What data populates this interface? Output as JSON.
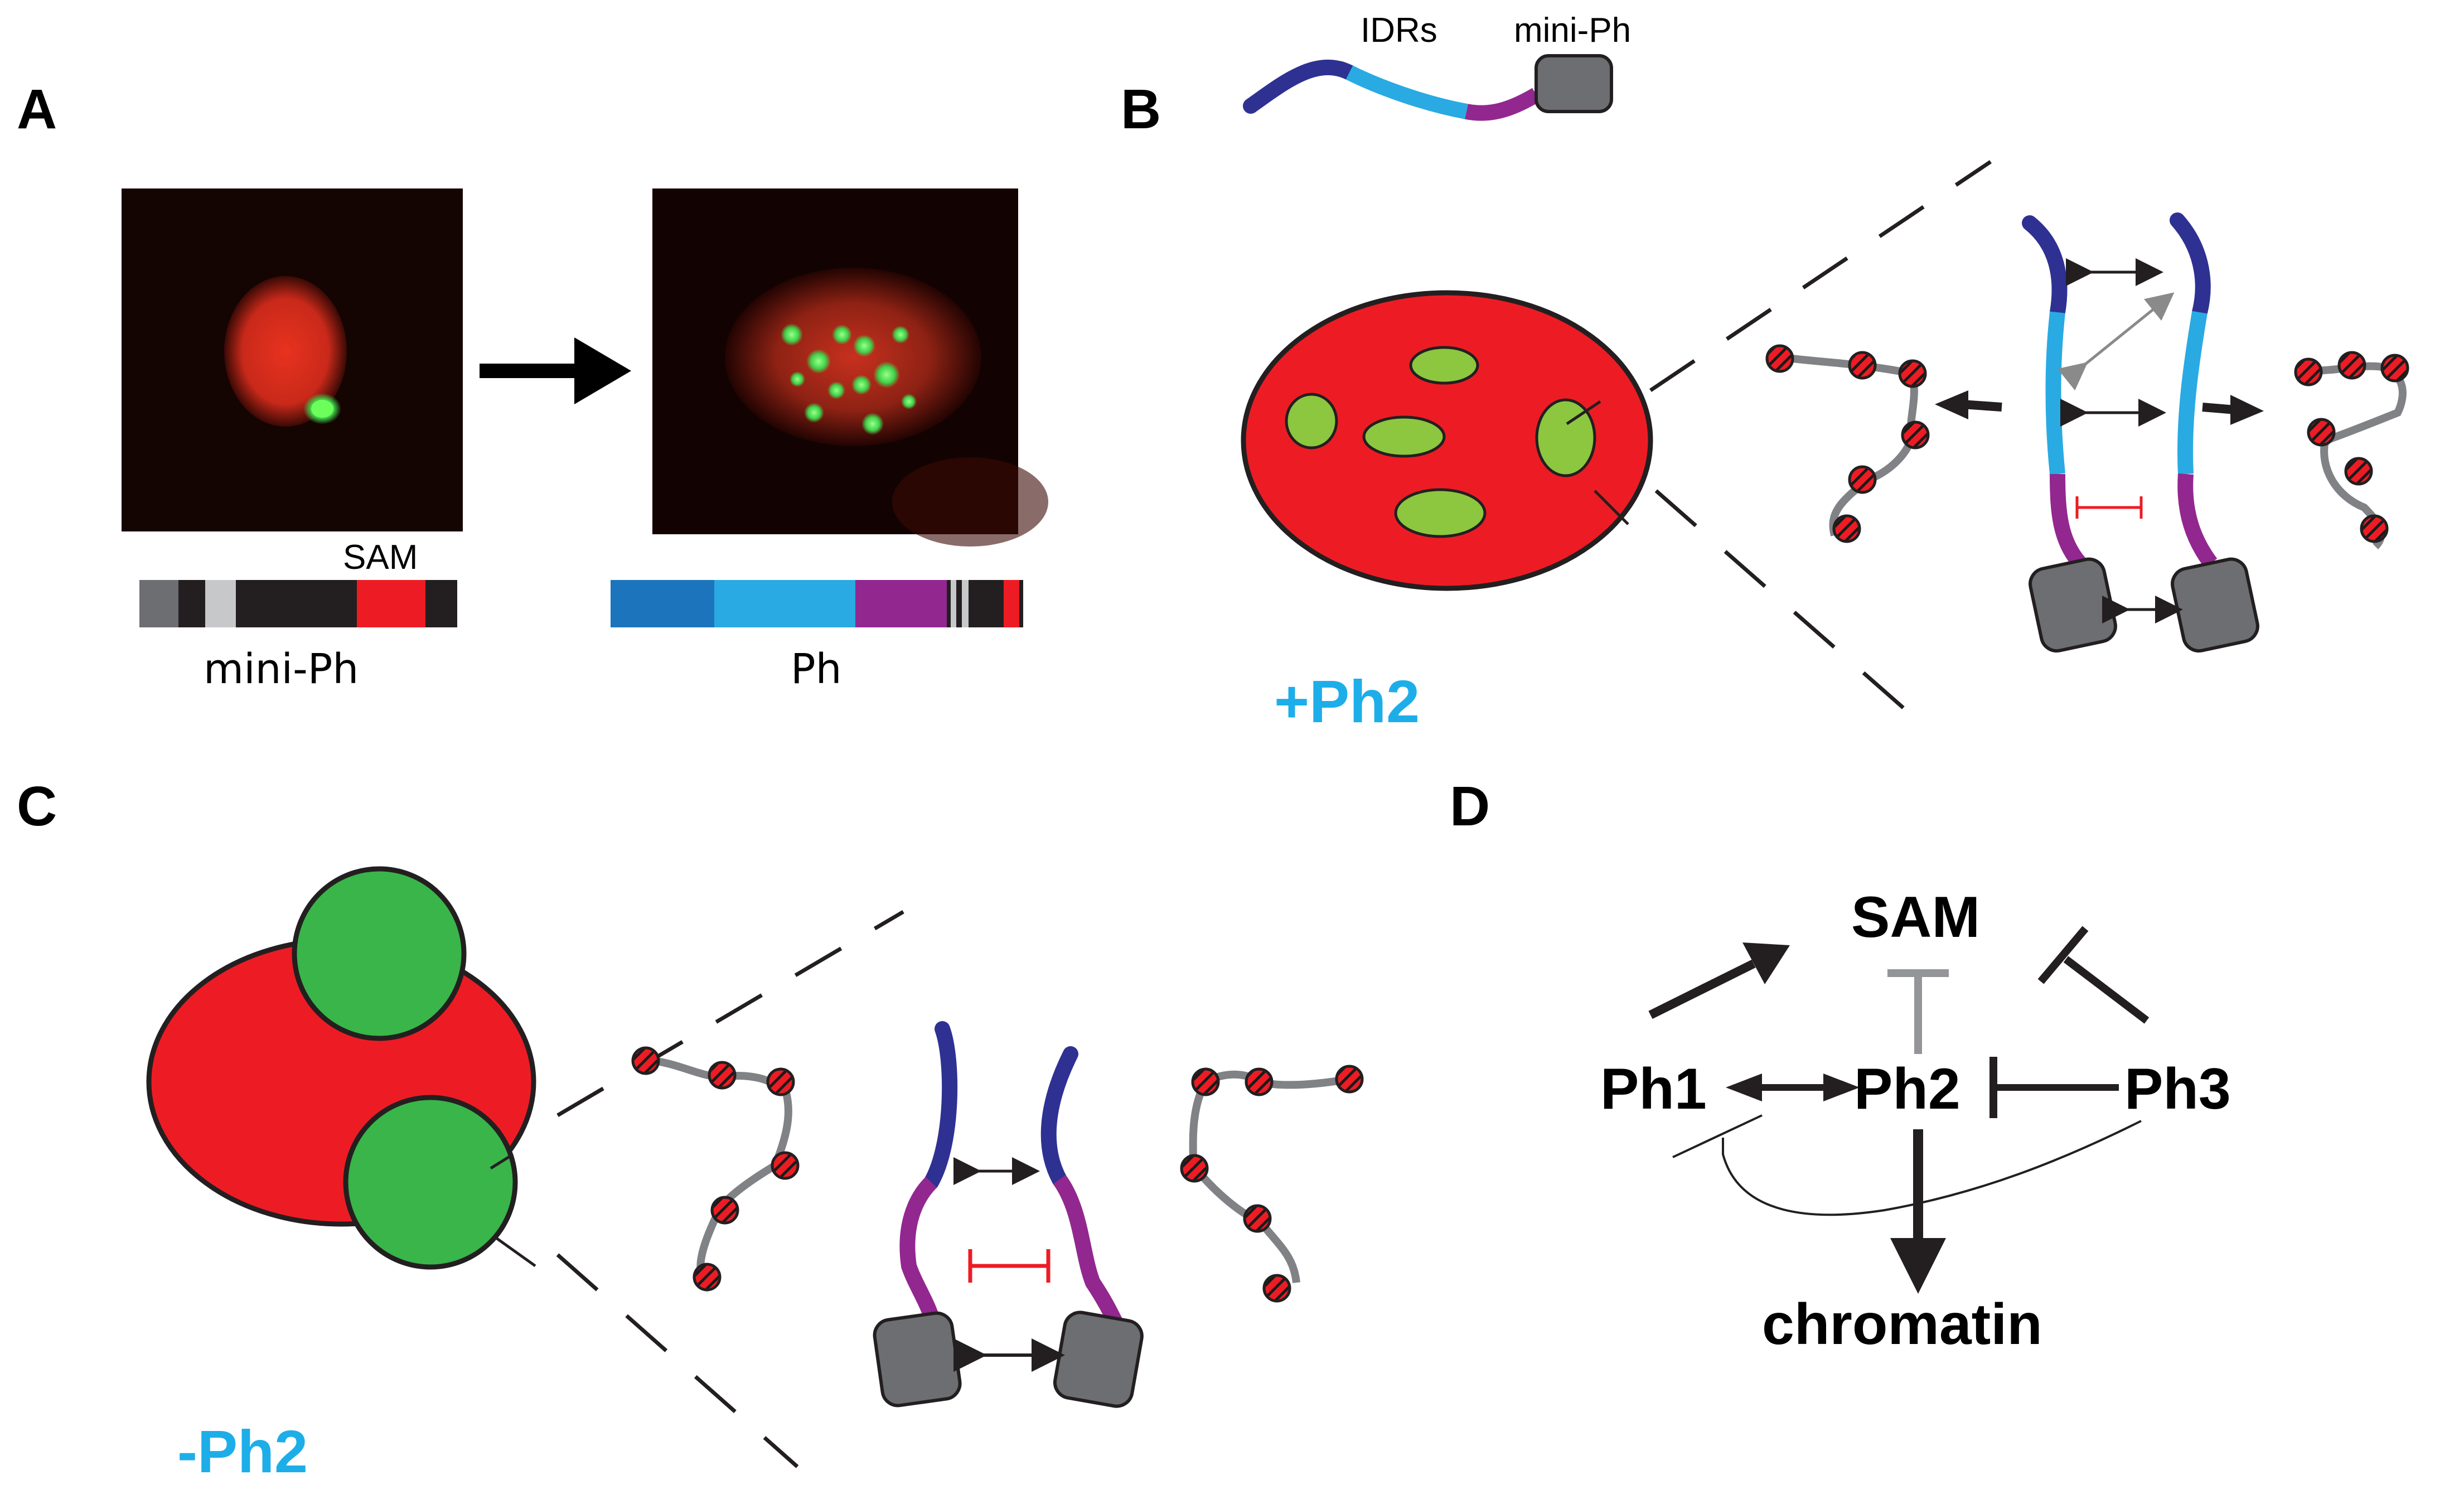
{
  "panels": {
    "a": "A",
    "b": "B",
    "c": "C",
    "d": "D"
  },
  "panel_a": {
    "domain_sam": "SAM",
    "construct_mini": "mini-Ph",
    "construct_full": "Ph"
  },
  "panel_b": {
    "label_idrs": "IDRs",
    "label_mini_ph": "mini-Ph",
    "condition": "+Ph2"
  },
  "panel_c": {
    "condition": "-Ph2"
  },
  "panel_d": {
    "sam": "SAM",
    "ph1": "Ph1",
    "ph2": "Ph2",
    "ph3": "Ph3",
    "chromatin": "chromatin"
  },
  "colors": {
    "condensate_red": "#ed1c24",
    "droplet_green": "#8dc63f",
    "droplet_green_bright": "#39b54a",
    "idr_dark_blue": "#2e3192",
    "idr_light_blue": "#29aae2",
    "idr_purple": "#92278f",
    "sam_domain_gray": "#6d6e71",
    "label_blue": "#1daee9",
    "block_red": "#ed1c24"
  }
}
